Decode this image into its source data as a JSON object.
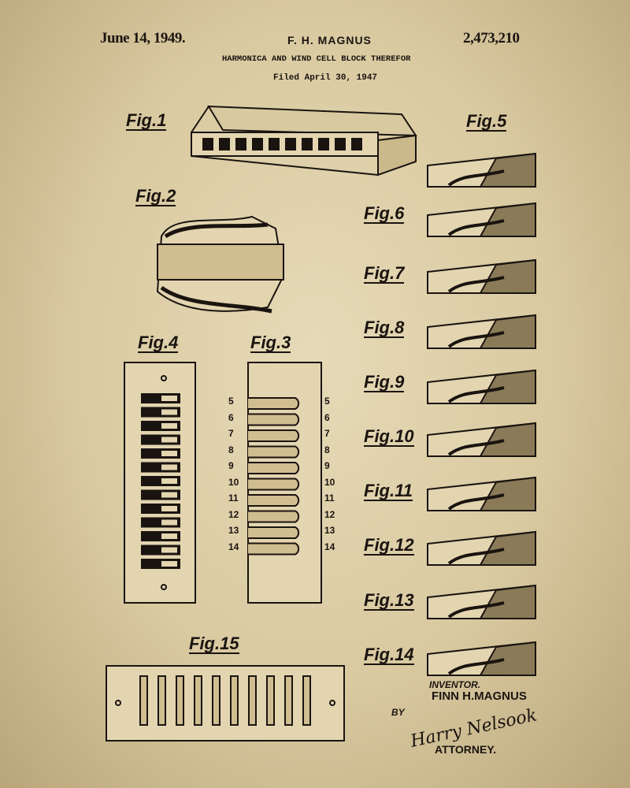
{
  "header": {
    "date": "June 14, 1949.",
    "inventor": "F. H. MAGNUS",
    "patent_number": "2,473,210",
    "title": "HARMONICA AND WIND CELL BLOCK THEREFOR",
    "filed": "Filed April 30, 1947"
  },
  "figures": {
    "fig1": "Fig.1",
    "fig2": "Fig.2",
    "fig3": "Fig.3",
    "fig4": "Fig.4",
    "fig15": "Fig.15"
  },
  "side_figures": [
    "Fig.5",
    "Fig.6",
    "Fig.7",
    "Fig.8",
    "Fig.9",
    "Fig.10",
    "Fig.11",
    "Fig.12",
    "Fig.13",
    "Fig.14"
  ],
  "fig3_numbers": [
    "5",
    "6",
    "7",
    "8",
    "9",
    "10",
    "11",
    "12",
    "13",
    "14"
  ],
  "signature": {
    "inventor_label": "INVENTOR.",
    "inventor_name": "FINN H.MAGNUS",
    "by": "BY",
    "signature": "Harry Nelsook",
    "attorney": "ATTORNEY."
  },
  "colors": {
    "ink": "#1a1410",
    "paper": "#d9c9a0"
  }
}
